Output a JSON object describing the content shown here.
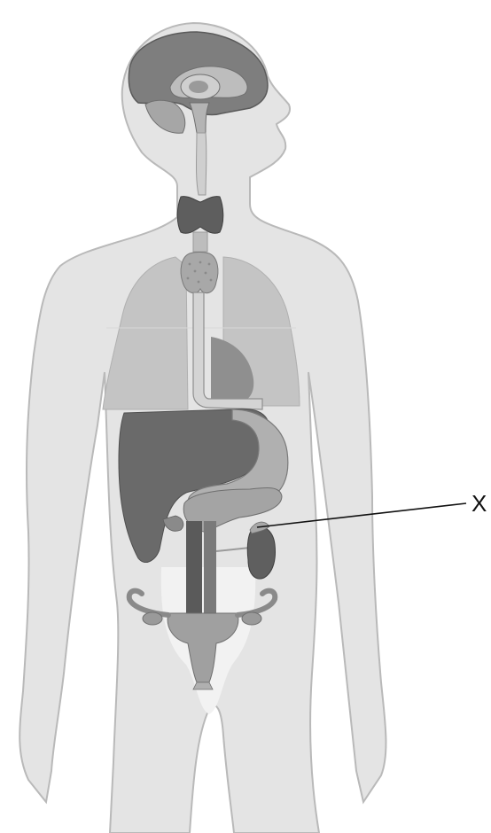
{
  "diagram": {
    "labels": {
      "x_marker": "X"
    },
    "colors": {
      "background": "#ffffff",
      "body_fill": "#e4e4e4",
      "body_outline": "#b9b9b9",
      "organ_light": "#c4c4c4",
      "organ_mid": "#8f8f8f",
      "organ_dark": "#6a6a6a",
      "brain": "#7e7e7e",
      "leader_line": "#111111"
    },
    "structures": [
      "brain",
      "spinal-cord",
      "thyroid",
      "thymus",
      "lungs",
      "esophagus",
      "liver",
      "stomach",
      "kidney",
      "aorta",
      "vena-cava",
      "uterus",
      "ovaries"
    ]
  }
}
